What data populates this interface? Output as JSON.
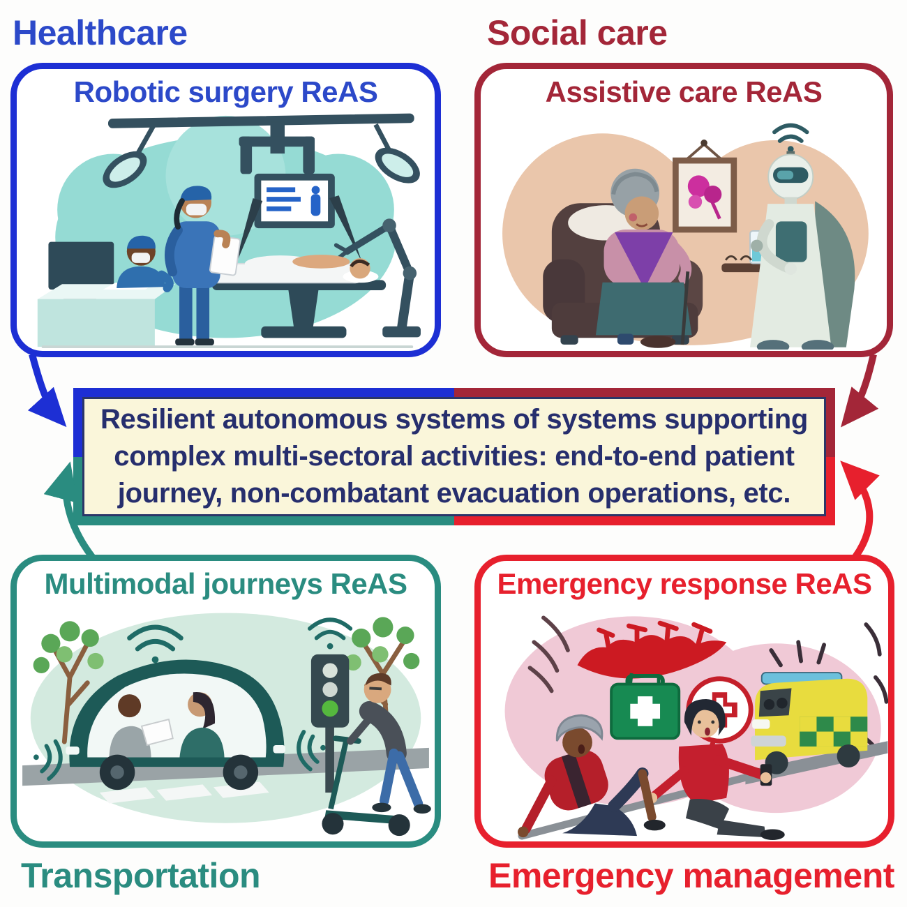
{
  "quadrants": {
    "healthcare": {
      "label": "Healthcare",
      "box_title": "Robotic surgery ReAS",
      "border_color": "#1d2fd4",
      "text_color": "#2c49c9"
    },
    "social_care": {
      "label": "Social care",
      "box_title": "Assistive care ReAS",
      "border_color": "#a32638",
      "text_color": "#a32638"
    },
    "transportation": {
      "label": "Transportation",
      "box_title": "Multimodal journeys ReAS",
      "border_color": "#2a8c80",
      "text_color": "#2a8c80"
    },
    "emergency_management": {
      "label": "Emergency management",
      "box_title": "Emergency response ReAS",
      "border_color": "#e7202d",
      "text_color": "#e7202d"
    }
  },
  "center_box": {
    "lines": [
      "Resilient autonomous systems of systems supporting",
      "complex multi-sectoral activities: end-to-end patient",
      "journey, non-combatant evacuation operations, etc."
    ],
    "background": "#faf6da",
    "text_color": "#262e6d",
    "border_colors": {
      "top_left": "#1d2fd4",
      "top_right": "#a32638",
      "bottom_left": "#2a8c80",
      "bottom_right": "#e7202d"
    }
  },
  "arrows": [
    {
      "name": "healthcare-to-center",
      "color": "#1d2fd4"
    },
    {
      "name": "social-care-to-center",
      "color": "#a32638"
    },
    {
      "name": "transportation-to-center",
      "color": "#2a8c80"
    },
    {
      "name": "emergency-to-center",
      "color": "#e7202d"
    }
  ],
  "illustrations": {
    "robotic_surgery": {
      "background_blob": "#95dbd4",
      "elements": [
        "ceiling-rig",
        "surgical-light",
        "wall-monitor",
        "instrument-arms",
        "robotic-arm",
        "operating-table",
        "patient",
        "surgeon-with-clipboard",
        "control-console",
        "console-operator"
      ]
    },
    "assistive_care": {
      "background_blob": "#eac6ab",
      "elements": [
        "picture-frame",
        "armchair",
        "elderly-woman",
        "walking-cane",
        "serving-tray",
        "water-glass",
        "care-robot",
        "wifi-icon"
      ]
    },
    "multimodal_journeys": {
      "background_blob": "#d3eadf",
      "elements": [
        "tree",
        "road",
        "crosswalk",
        "autonomous-car",
        "car-passengers",
        "wifi-icon",
        "traffic-light",
        "green-light",
        "e-scooter-rider"
      ]
    },
    "emergency_response": {
      "background_blob": "#f0c9d6",
      "elements": [
        "delivery-drone",
        "first-aid-kit",
        "medical-cross-bubble",
        "helper-with-phone",
        "injured-cyclist",
        "ambulance"
      ]
    }
  }
}
